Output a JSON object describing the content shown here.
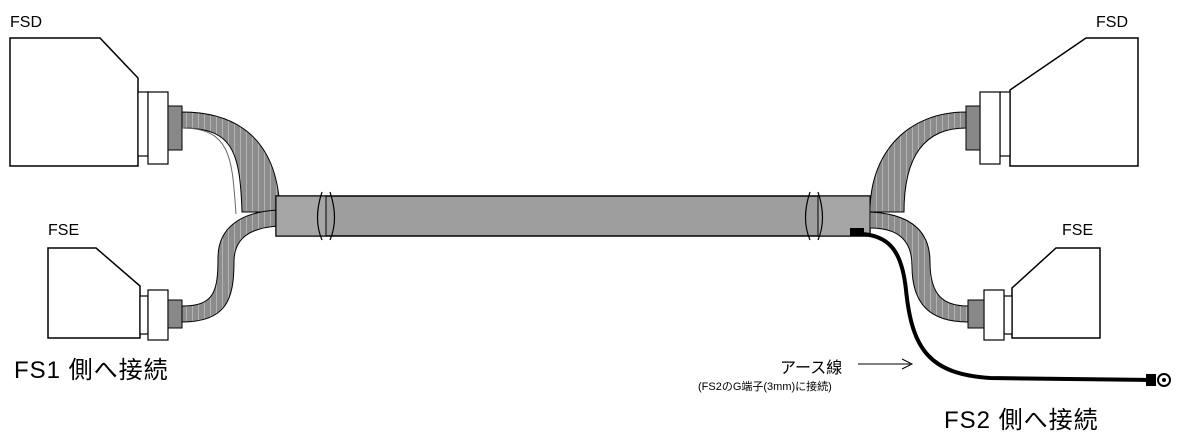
{
  "labels": {
    "fsd_left": "FSD",
    "fse_left": "FSE",
    "fsd_right": "FSD",
    "fse_right": "FSE",
    "fs1": "FS1 側へ接続",
    "fs2": "FS2 側へ接続",
    "earth_wire": "アース線",
    "earth_note": "(FS2のG端子(3mm)に接続)"
  },
  "colors": {
    "cable_fill": "#9e9e9e",
    "cable_stroke": "#000000",
    "hose_fill": "#8c8c8c",
    "hose_rib": "#b3b3b3",
    "connector_fill": "#ffffff",
    "wire": "#000000"
  }
}
